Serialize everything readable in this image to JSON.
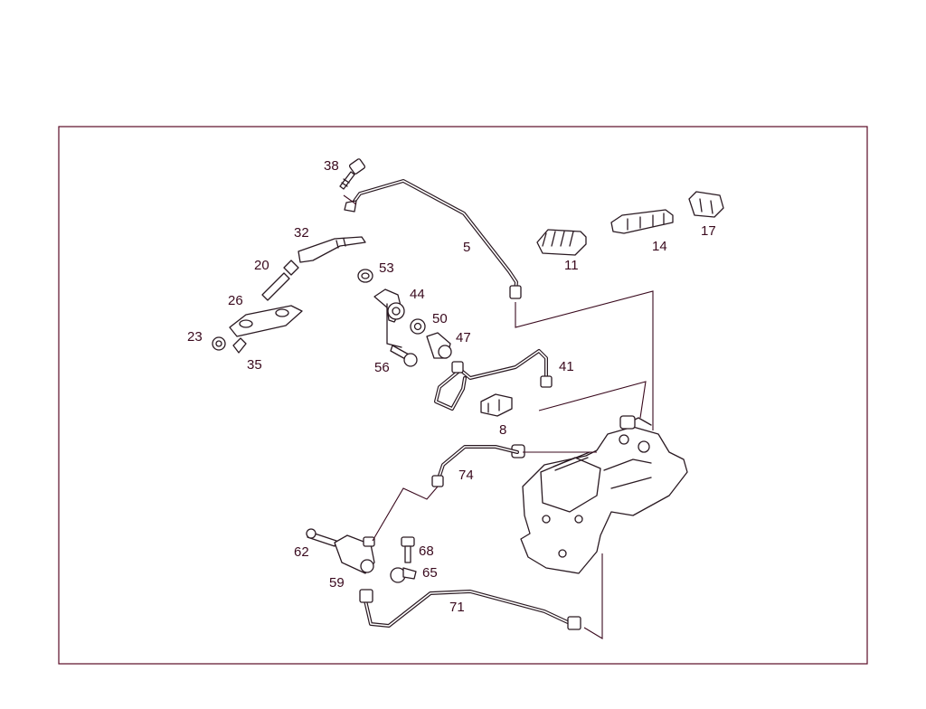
{
  "diagram": {
    "labels": [
      {
        "id": "38",
        "text": "38"
      },
      {
        "id": "32",
        "text": "32"
      },
      {
        "id": "5",
        "text": "5"
      },
      {
        "id": "20",
        "text": "20"
      },
      {
        "id": "53",
        "text": "53"
      },
      {
        "id": "44",
        "text": "44"
      },
      {
        "id": "26",
        "text": "26"
      },
      {
        "id": "50",
        "text": "50"
      },
      {
        "id": "47",
        "text": "47"
      },
      {
        "id": "23",
        "text": "23"
      },
      {
        "id": "35",
        "text": "35"
      },
      {
        "id": "56",
        "text": "56"
      },
      {
        "id": "41",
        "text": "41"
      },
      {
        "id": "11",
        "text": "11"
      },
      {
        "id": "14",
        "text": "14"
      },
      {
        "id": "17",
        "text": "17"
      },
      {
        "id": "8",
        "text": "8"
      },
      {
        "id": "74",
        "text": "74"
      },
      {
        "id": "62",
        "text": "62"
      },
      {
        "id": "68",
        "text": "68"
      },
      {
        "id": "65",
        "text": "65"
      },
      {
        "id": "59",
        "text": "59"
      },
      {
        "id": "71",
        "text": "71"
      }
    ],
    "colors": {
      "frame": "#5a0a25",
      "label": "#3a0a1e",
      "line": "#2a1a22"
    }
  }
}
